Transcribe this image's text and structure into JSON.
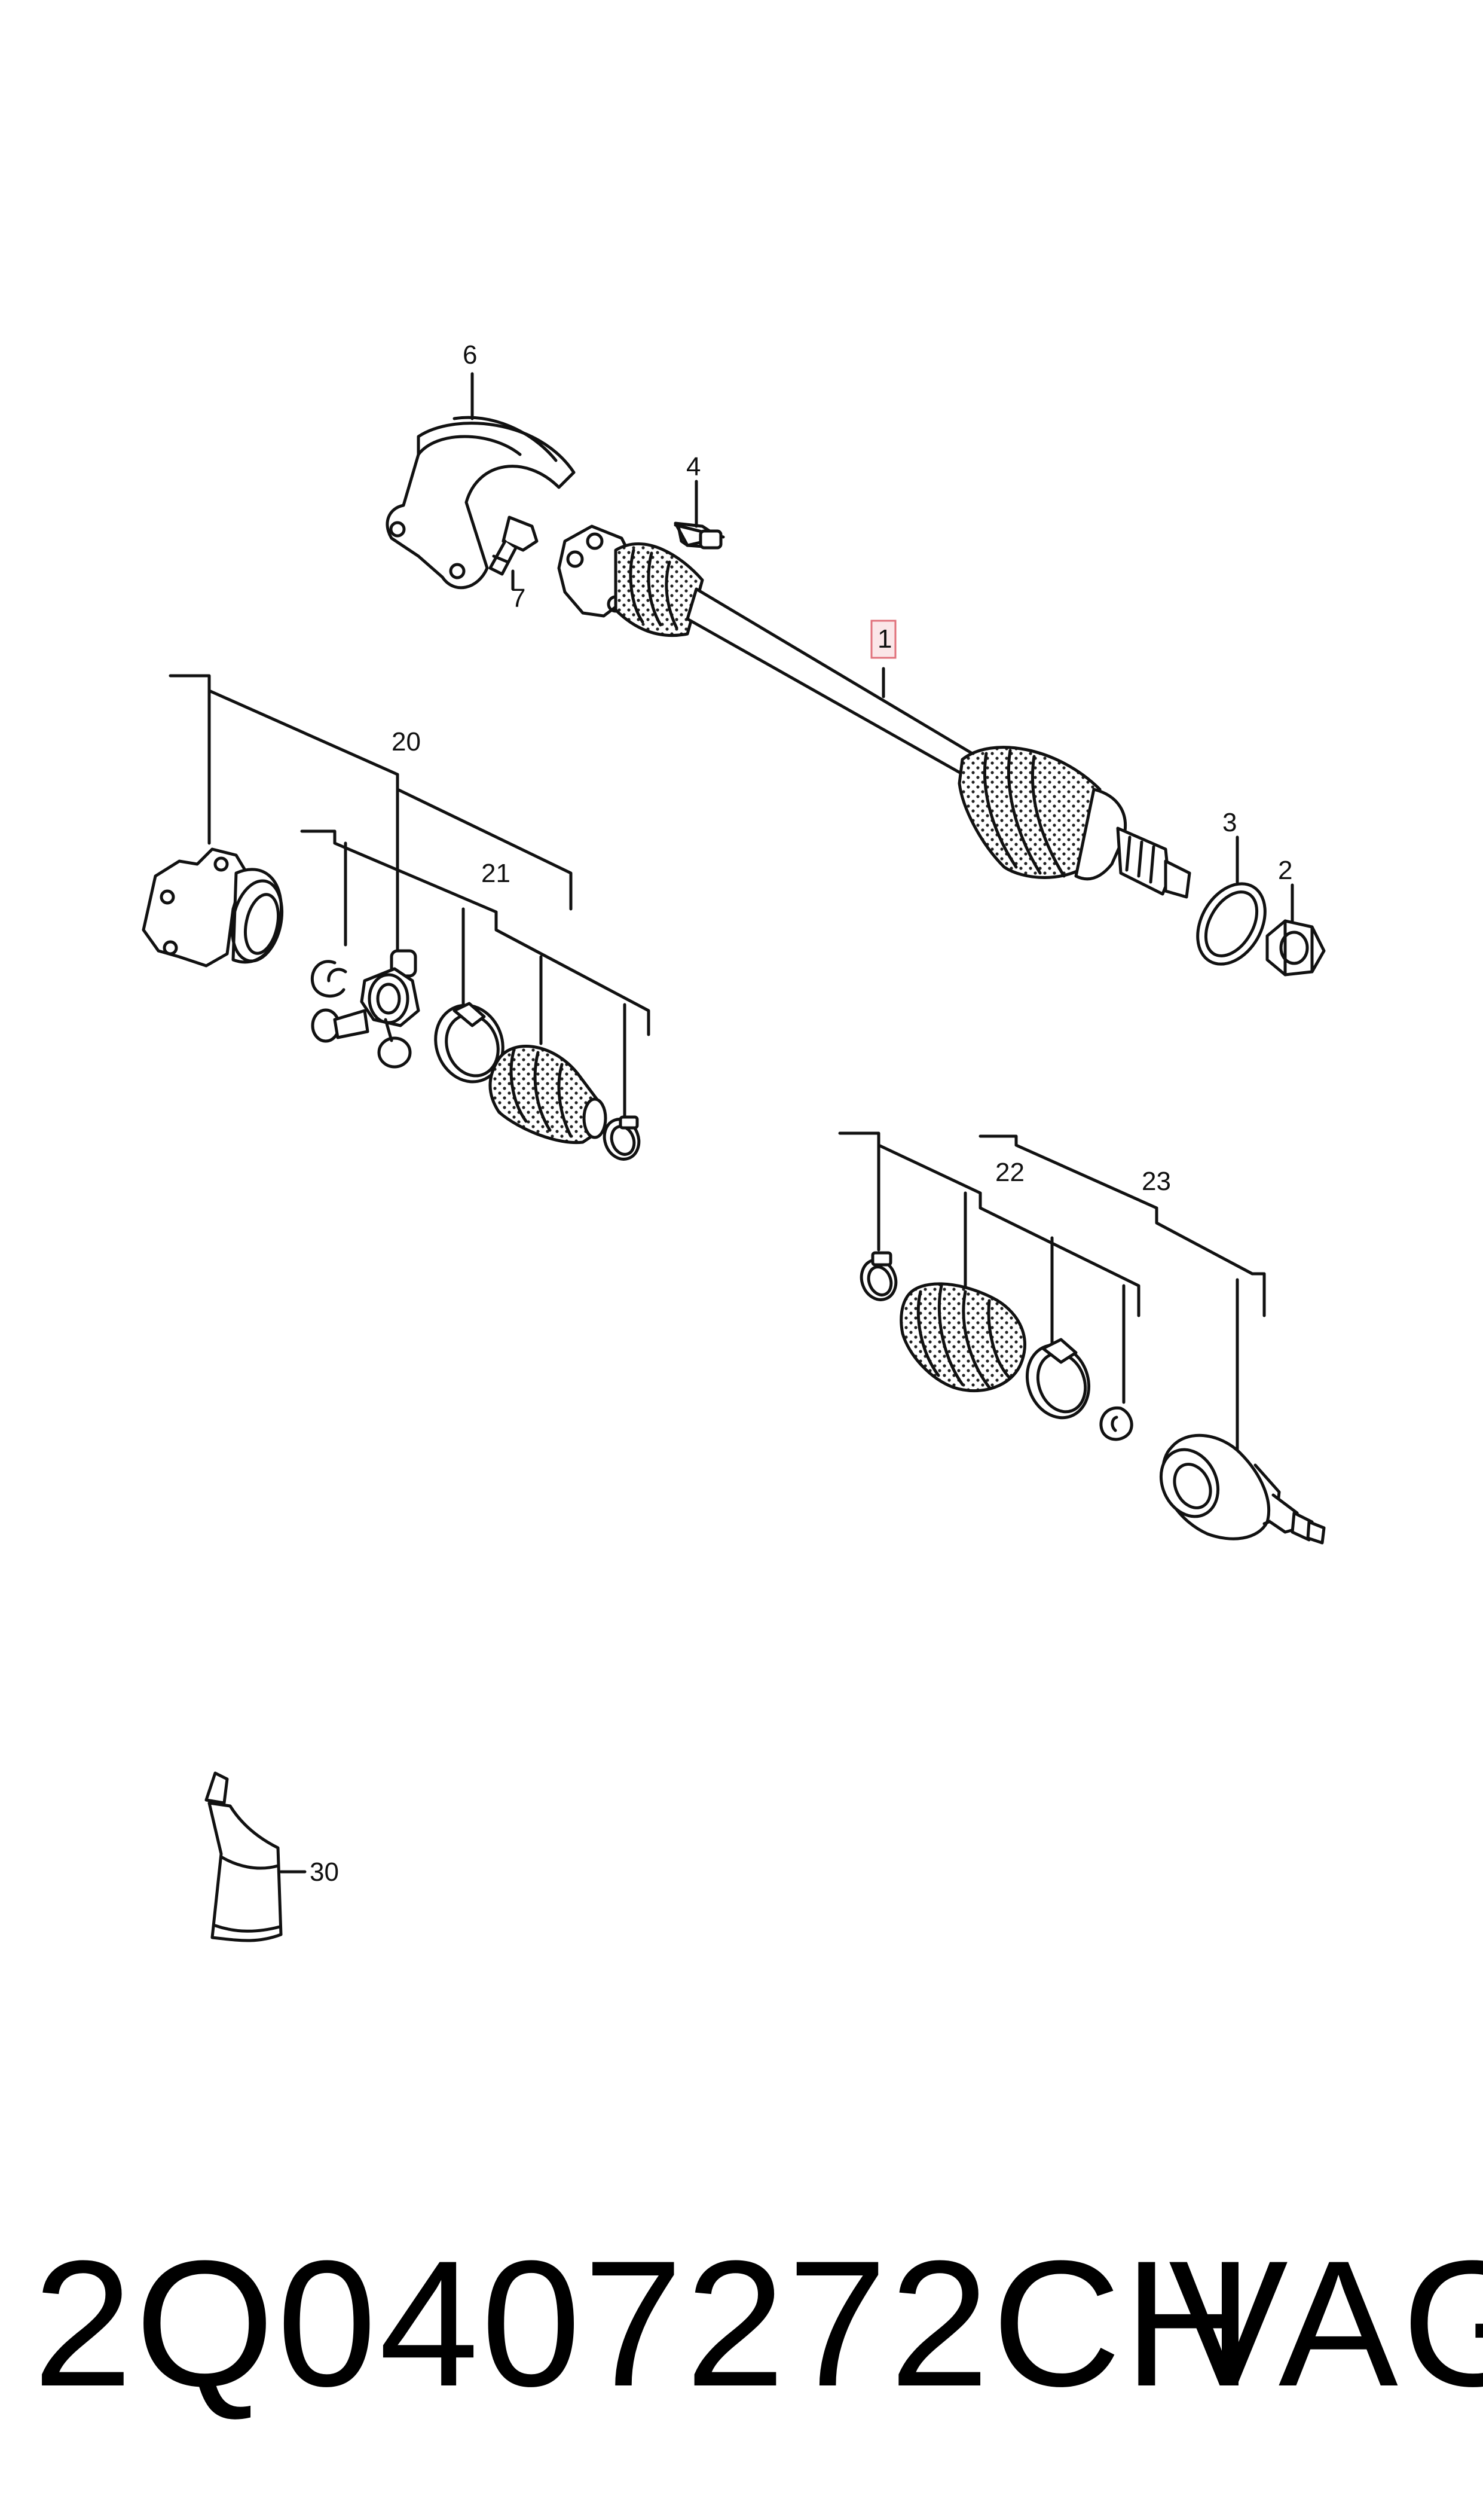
{
  "diagram": {
    "callouts": {
      "c1": "1",
      "c2": "2",
      "c3": "3",
      "c4": "4",
      "c6": "6",
      "c7": "7",
      "c20": "20",
      "c21": "21",
      "c22": "22",
      "c23": "23",
      "c30": "30"
    },
    "colors": {
      "line": "#111111",
      "highlight_box": "#e0707a",
      "highlight_fill": "#fbe6e8",
      "background": "#ffffff"
    }
  },
  "footer": {
    "part_number": "2Q0407272CH",
    "brand": "VAG"
  }
}
